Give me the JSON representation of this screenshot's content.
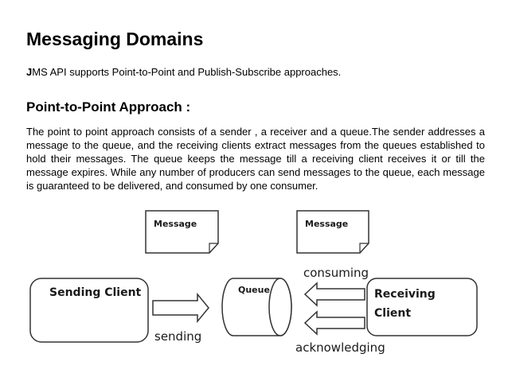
{
  "slide": {
    "title": "Messaging Domains",
    "intro_lead": "J",
    "intro_rest": "MS API supports Point-to-Point and Publish-Subscribe approaches.",
    "subtitle": "Point-to-Point Approach :",
    "body": "The point to point approach consists of a sender , a receiver and a queue.The sender addresses a message to the queue, and the receiving clients extract messages from the queues established to hold their messages. The queue keeps the message till a receiving client receives it or till the message expires. While any number of producers can send messages to the queue, each message is guaranteed to be delivered, and consumed by one consumer."
  },
  "diagram": {
    "message_left": "Message",
    "message_right": "Message",
    "sending_client": "Sending Client",
    "queue": "Queue",
    "receiving_client_line1": "Receiving",
    "receiving_client_line2": "Client",
    "sending": "sending",
    "consuming": "consuming",
    "acknowledging": "acknowledging",
    "stroke_color": "#333333"
  }
}
